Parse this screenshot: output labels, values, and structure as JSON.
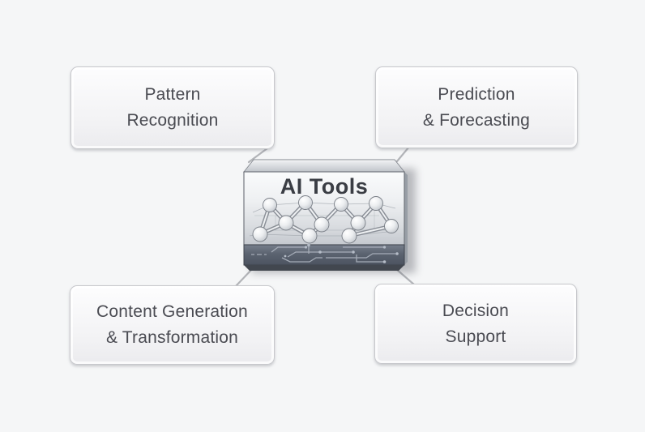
{
  "page": {
    "background_color": "#f5f6f7"
  },
  "diagram": {
    "center": {
      "title": "AI Tools",
      "icons": [
        "neural-network-icon",
        "circuit-board-icon"
      ],
      "colors": {
        "face_top": "#fafbfc",
        "face_bottom": "#c5c9cf",
        "band_dark": "#5b6370",
        "bevel": "#d8dbdf",
        "circuit_trace": "#aeb5c0",
        "title_text": "#3a3d44"
      }
    },
    "nodes": [
      {
        "id": "pattern-recognition",
        "position": "top-left",
        "label": "Pattern\nRecognition"
      },
      {
        "id": "prediction-forecasting",
        "position": "top-right",
        "label": "Prediction\n& Forecasting"
      },
      {
        "id": "content-generation-transformation",
        "position": "bottom-left",
        "label": "Content Generation\n& Transformation"
      },
      {
        "id": "decision-support",
        "position": "bottom-right",
        "label": "Decision\nSupport"
      }
    ],
    "node_style": {
      "fill_top": "#fdfdfe",
      "fill_bottom": "#ebebee",
      "border": "#c7c8cc",
      "text": "#4a4b52"
    },
    "connector_color": "#b2b4b8"
  }
}
